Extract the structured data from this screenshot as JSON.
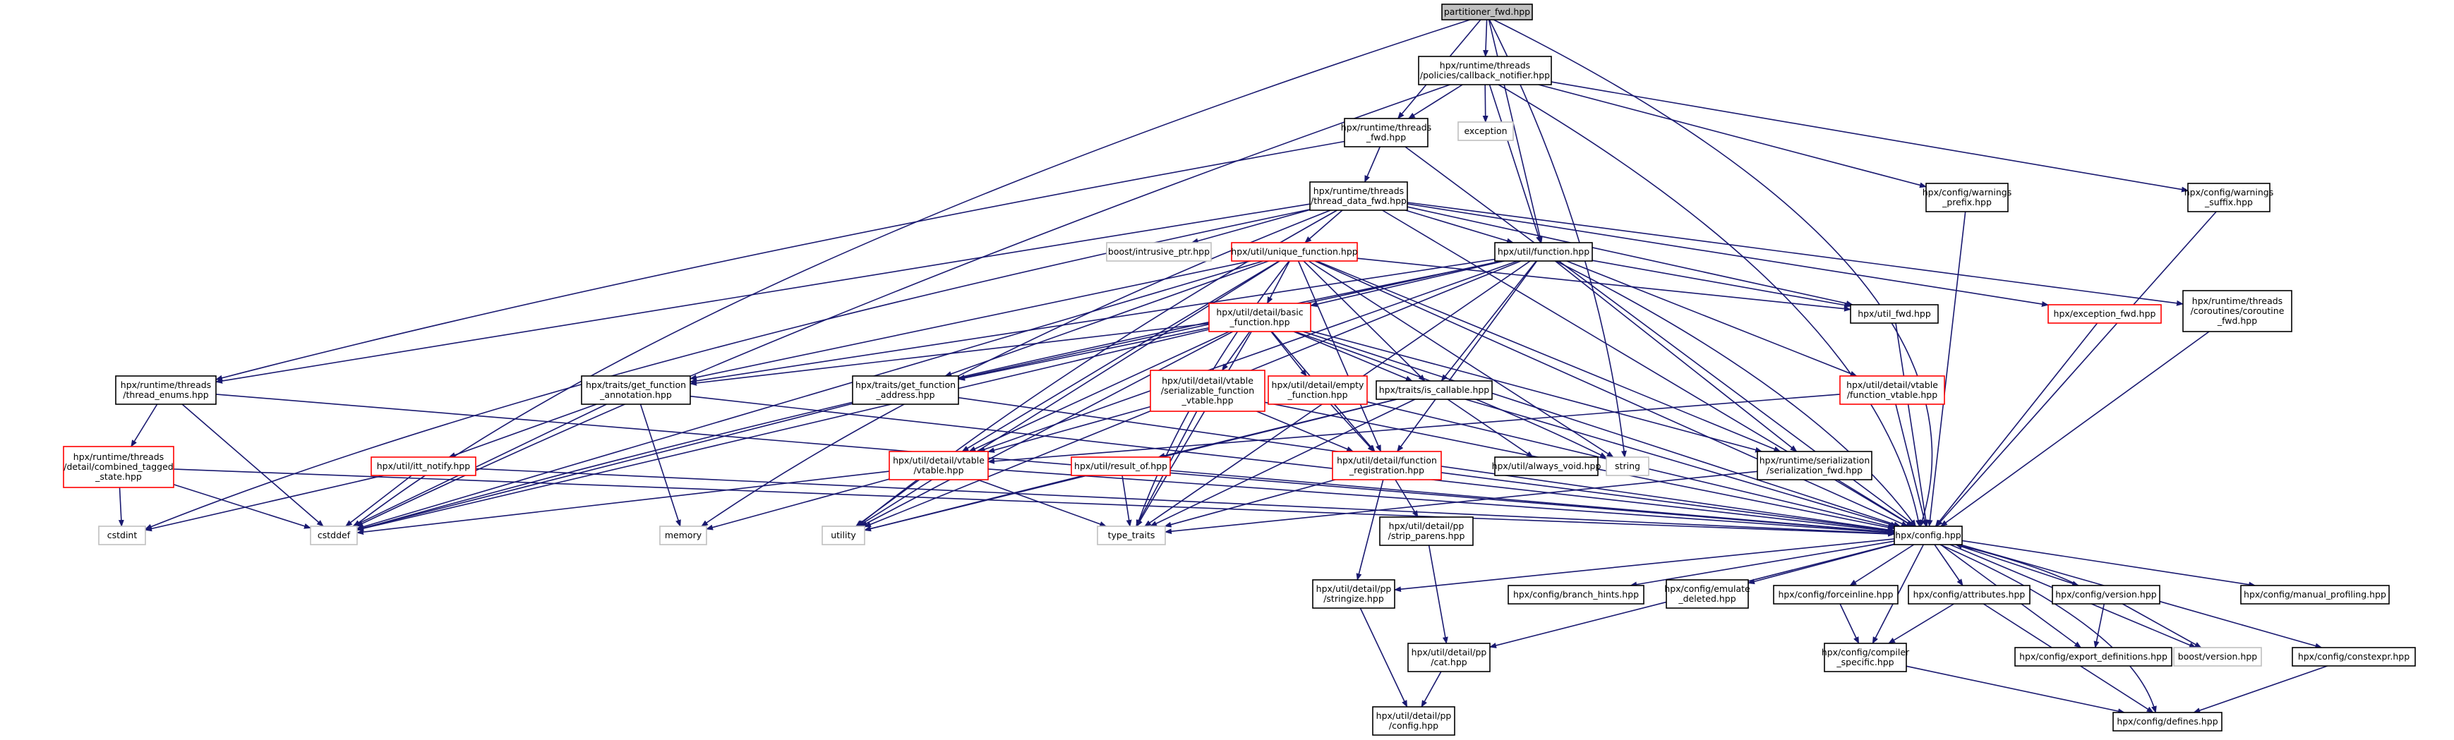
{
  "graph": {
    "title": "partitioner_fwd.hpp",
    "colors": {
      "edge": "#191970",
      "border_normal": "#000000",
      "border_incomplete": "#ff0000",
      "border_external": "#bfbfbf",
      "root_fill": "#bfbfbf",
      "node_fill": "#ffffff",
      "text": "#000000"
    },
    "nodes": [
      {
        "id": "root",
        "lines": [
          "partitioner_fwd.hpp"
        ],
        "kind": "root"
      },
      {
        "id": "callback_notifier",
        "lines": [
          "hpx/runtime/threads",
          "/policies/callback_notifier.hpp"
        ],
        "kind": "normal"
      },
      {
        "id": "threads_fwd",
        "lines": [
          "hpx/runtime/threads",
          "_fwd.hpp"
        ],
        "kind": "normal"
      },
      {
        "id": "exception",
        "lines": [
          "exception"
        ],
        "kind": "external"
      },
      {
        "id": "warnings_prefix",
        "lines": [
          "hpx/config/warnings",
          "_prefix.hpp"
        ],
        "kind": "normal"
      },
      {
        "id": "warnings_suffix",
        "lines": [
          "hpx/config/warnings",
          "_suffix.hpp"
        ],
        "kind": "normal"
      },
      {
        "id": "thread_data_fwd",
        "lines": [
          "hpx/runtime/threads",
          "/thread_data_fwd.hpp"
        ],
        "kind": "normal"
      },
      {
        "id": "intrusive_ptr",
        "lines": [
          "boost/intrusive_ptr.hpp"
        ],
        "kind": "external"
      },
      {
        "id": "unique_function",
        "lines": [
          "hpx/util/unique_function.hpp"
        ],
        "kind": "incomplete"
      },
      {
        "id": "util_function",
        "lines": [
          "hpx/util/function.hpp"
        ],
        "kind": "normal"
      },
      {
        "id": "exception_fwd",
        "lines": [
          "hpx/exception_fwd.hpp"
        ],
        "kind": "incomplete"
      },
      {
        "id": "coroutine_fwd",
        "lines": [
          "hpx/runtime/threads",
          "/coroutines/coroutine",
          "_fwd.hpp"
        ],
        "kind": "normal"
      },
      {
        "id": "basic_function",
        "lines": [
          "hpx/util/detail/basic",
          "_function.hpp"
        ],
        "kind": "incomplete"
      },
      {
        "id": "util_fwd",
        "lines": [
          "hpx/util_fwd.hpp"
        ],
        "kind": "normal"
      },
      {
        "id": "thread_enums",
        "lines": [
          "hpx/runtime/threads",
          "/thread_enums.hpp"
        ],
        "kind": "normal"
      },
      {
        "id": "get_function_annotation",
        "lines": [
          "hpx/traits/get_function",
          "_annotation.hpp"
        ],
        "kind": "normal"
      },
      {
        "id": "get_function_address",
        "lines": [
          "hpx/traits/get_function",
          "_address.hpp"
        ],
        "kind": "normal"
      },
      {
        "id": "serializable_function_vtable",
        "lines": [
          "hpx/util/detail/vtable",
          "/serializable_function",
          "_vtable.hpp"
        ],
        "kind": "incomplete"
      },
      {
        "id": "empty_function",
        "lines": [
          "hpx/util/detail/empty",
          "_function.hpp"
        ],
        "kind": "incomplete"
      },
      {
        "id": "is_callable",
        "lines": [
          "hpx/traits/is_callable.hpp"
        ],
        "kind": "normal"
      },
      {
        "id": "function_vtable",
        "lines": [
          "hpx/util/detail/vtable",
          "/function_vtable.hpp"
        ],
        "kind": "incomplete"
      },
      {
        "id": "combined_tagged_state",
        "lines": [
          "hpx/runtime/threads",
          "/detail/combined_tagged",
          "_state.hpp"
        ],
        "kind": "incomplete"
      },
      {
        "id": "itt_notify",
        "lines": [
          "hpx/util/itt_notify.hpp"
        ],
        "kind": "incomplete"
      },
      {
        "id": "vtable_hpp",
        "lines": [
          "hpx/util/detail/vtable",
          "/vtable.hpp"
        ],
        "kind": "incomplete"
      },
      {
        "id": "result_of",
        "lines": [
          "hpx/util/result_of.hpp"
        ],
        "kind": "incomplete"
      },
      {
        "id": "function_registration",
        "lines": [
          "hpx/util/detail/function",
          "_registration.hpp"
        ],
        "kind": "incomplete"
      },
      {
        "id": "always_void",
        "lines": [
          "hpx/util/always_void.hpp"
        ],
        "kind": "normal"
      },
      {
        "id": "string",
        "lines": [
          "string"
        ],
        "kind": "external"
      },
      {
        "id": "serialization_fwd",
        "lines": [
          "hpx/runtime/serialization",
          "/serialization_fwd.hpp"
        ],
        "kind": "normal"
      },
      {
        "id": "cstdint",
        "lines": [
          "cstdint"
        ],
        "kind": "external"
      },
      {
        "id": "cstddef",
        "lines": [
          "cstddef"
        ],
        "kind": "external"
      },
      {
        "id": "memory",
        "lines": [
          "memory"
        ],
        "kind": "external"
      },
      {
        "id": "utility",
        "lines": [
          "utility"
        ],
        "kind": "external"
      },
      {
        "id": "type_traits",
        "lines": [
          "type_traits"
        ],
        "kind": "external"
      },
      {
        "id": "strip_parens",
        "lines": [
          "hpx/util/detail/pp",
          "/strip_parens.hpp"
        ],
        "kind": "normal"
      },
      {
        "id": "config",
        "lines": [
          "hpx/config.hpp"
        ],
        "kind": "normal"
      },
      {
        "id": "stringize",
        "lines": [
          "hpx/util/detail/pp",
          "/stringize.hpp"
        ],
        "kind": "normal"
      },
      {
        "id": "branch_hints",
        "lines": [
          "hpx/config/branch_hints.hpp"
        ],
        "kind": "normal"
      },
      {
        "id": "emulate_deleted",
        "lines": [
          "hpx/config/emulate",
          "_deleted.hpp"
        ],
        "kind": "normal"
      },
      {
        "id": "forceinline",
        "lines": [
          "hpx/config/forceinline.hpp"
        ],
        "kind": "normal"
      },
      {
        "id": "attributes",
        "lines": [
          "hpx/config/attributes.hpp"
        ],
        "kind": "normal"
      },
      {
        "id": "config_version",
        "lines": [
          "hpx/config/version.hpp"
        ],
        "kind": "normal"
      },
      {
        "id": "manual_profiling",
        "lines": [
          "hpx/config/manual_profiling.hpp"
        ],
        "kind": "normal"
      },
      {
        "id": "pp_cat",
        "lines": [
          "hpx/util/detail/pp",
          "/cat.hpp"
        ],
        "kind": "normal"
      },
      {
        "id": "compiler_specific",
        "lines": [
          "hpx/config/compiler",
          "_specific.hpp"
        ],
        "kind": "normal"
      },
      {
        "id": "export_definitions",
        "lines": [
          "hpx/config/export_definitions.hpp"
        ],
        "kind": "normal"
      },
      {
        "id": "boost_version",
        "lines": [
          "boost/version.hpp"
        ],
        "kind": "external"
      },
      {
        "id": "constexpr",
        "lines": [
          "hpx/config/constexpr.hpp"
        ],
        "kind": "normal"
      },
      {
        "id": "pp_config",
        "lines": [
          "hpx/util/detail/pp",
          "/config.hpp"
        ],
        "kind": "normal"
      },
      {
        "id": "defines",
        "lines": [
          "hpx/config/defines.hpp"
        ],
        "kind": "normal"
      }
    ],
    "edges": [
      [
        "root",
        "callback_notifier"
      ],
      [
        "root",
        "threads_fwd"
      ],
      [
        "root",
        "util_function"
      ],
      [
        "root",
        "string"
      ],
      [
        "root",
        "cstddef"
      ],
      [
        "root",
        "config"
      ],
      [
        "callback_notifier",
        "threads_fwd"
      ],
      [
        "callback_notifier",
        "exception"
      ],
      [
        "callback_notifier",
        "util_function"
      ],
      [
        "callback_notifier",
        "warnings_prefix"
      ],
      [
        "callback_notifier",
        "warnings_suffix"
      ],
      [
        "callback_notifier",
        "cstddef"
      ],
      [
        "callback_notifier",
        "config"
      ],
      [
        "threads_fwd",
        "thread_data_fwd"
      ],
      [
        "threads_fwd",
        "thread_enums"
      ],
      [
        "threads_fwd",
        "config"
      ],
      [
        "warnings_prefix",
        "config"
      ],
      [
        "warnings_suffix",
        "config"
      ],
      [
        "thread_data_fwd",
        "intrusive_ptr"
      ],
      [
        "thread_data_fwd",
        "unique_function"
      ],
      [
        "thread_data_fwd",
        "util_function"
      ],
      [
        "thread_data_fwd",
        "exception_fwd"
      ],
      [
        "thread_data_fwd",
        "coroutine_fwd"
      ],
      [
        "thread_data_fwd",
        "util_fwd"
      ],
      [
        "thread_data_fwd",
        "thread_enums"
      ],
      [
        "thread_data_fwd",
        "cstdint"
      ],
      [
        "thread_data_fwd",
        "memory"
      ],
      [
        "thread_data_fwd",
        "utility"
      ],
      [
        "thread_data_fwd",
        "config"
      ],
      [
        "unique_function",
        "basic_function"
      ],
      [
        "unique_function",
        "get_function_annotation"
      ],
      [
        "unique_function",
        "get_function_address"
      ],
      [
        "unique_function",
        "is_callable"
      ],
      [
        "unique_function",
        "vtable_hpp"
      ],
      [
        "unique_function",
        "function_registration"
      ],
      [
        "unique_function",
        "cstddef"
      ],
      [
        "unique_function",
        "type_traits"
      ],
      [
        "unique_function",
        "utility"
      ],
      [
        "unique_function",
        "util_fwd"
      ],
      [
        "unique_function",
        "serialization_fwd"
      ],
      [
        "unique_function",
        "string"
      ],
      [
        "unique_function",
        "config"
      ],
      [
        "util_function",
        "basic_function"
      ],
      [
        "util_function",
        "function_vtable"
      ],
      [
        "util_function",
        "get_function_annotation"
      ],
      [
        "util_function",
        "get_function_address"
      ],
      [
        "util_function",
        "is_callable"
      ],
      [
        "util_function",
        "vtable_hpp"
      ],
      [
        "util_function",
        "function_registration"
      ],
      [
        "util_function",
        "cstddef"
      ],
      [
        "util_function",
        "type_traits"
      ],
      [
        "util_function",
        "utility"
      ],
      [
        "util_function",
        "util_fwd"
      ],
      [
        "util_function",
        "serialization_fwd"
      ],
      [
        "util_function",
        "config"
      ],
      [
        "exception_fwd",
        "config"
      ],
      [
        "coroutine_fwd",
        "config"
      ],
      [
        "util_fwd",
        "config"
      ],
      [
        "basic_function",
        "get_function_annotation"
      ],
      [
        "basic_function",
        "get_function_address"
      ],
      [
        "basic_function",
        "serializable_function_vtable"
      ],
      [
        "basic_function",
        "empty_function"
      ],
      [
        "basic_function",
        "is_callable"
      ],
      [
        "basic_function",
        "vtable_hpp"
      ],
      [
        "basic_function",
        "function_registration"
      ],
      [
        "basic_function",
        "serialization_fwd"
      ],
      [
        "basic_function",
        "string"
      ],
      [
        "basic_function",
        "cstddef"
      ],
      [
        "basic_function",
        "type_traits"
      ],
      [
        "basic_function",
        "utility"
      ],
      [
        "basic_function",
        "config"
      ],
      [
        "thread_enums",
        "combined_tagged_state"
      ],
      [
        "thread_enums",
        "cstddef"
      ],
      [
        "thread_enums",
        "config"
      ],
      [
        "get_function_annotation",
        "itt_notify"
      ],
      [
        "get_function_annotation",
        "cstddef"
      ],
      [
        "get_function_annotation",
        "memory"
      ],
      [
        "get_function_annotation",
        "config"
      ],
      [
        "get_function_address",
        "cstddef"
      ],
      [
        "get_function_address",
        "config"
      ],
      [
        "serializable_function_vtable",
        "vtable_hpp"
      ],
      [
        "serializable_function_vtable",
        "function_registration"
      ],
      [
        "serializable_function_vtable",
        "type_traits"
      ],
      [
        "serializable_function_vtable",
        "config"
      ],
      [
        "empty_function",
        "function_registration"
      ],
      [
        "empty_function",
        "config"
      ],
      [
        "is_callable",
        "result_of"
      ],
      [
        "is_callable",
        "always_void"
      ],
      [
        "is_callable",
        "type_traits"
      ],
      [
        "is_callable",
        "utility"
      ],
      [
        "is_callable",
        "config"
      ],
      [
        "function_vtable",
        "vtable_hpp"
      ],
      [
        "function_vtable",
        "config"
      ],
      [
        "combined_tagged_state",
        "cstdint"
      ],
      [
        "combined_tagged_state",
        "cstddef"
      ],
      [
        "combined_tagged_state",
        "config"
      ],
      [
        "itt_notify",
        "cstdint"
      ],
      [
        "itt_notify",
        "cstddef"
      ],
      [
        "itt_notify",
        "config"
      ],
      [
        "vtable_hpp",
        "cstddef"
      ],
      [
        "vtable_hpp",
        "memory"
      ],
      [
        "vtable_hpp",
        "utility"
      ],
      [
        "vtable_hpp",
        "type_traits"
      ],
      [
        "vtable_hpp",
        "config"
      ],
      [
        "result_of",
        "type_traits"
      ],
      [
        "result_of",
        "utility"
      ],
      [
        "result_of",
        "config"
      ],
      [
        "function_registration",
        "strip_parens"
      ],
      [
        "function_registration",
        "stringize"
      ],
      [
        "function_registration",
        "type_traits"
      ],
      [
        "function_registration",
        "config"
      ],
      [
        "serialization_fwd",
        "type_traits"
      ],
      [
        "serialization_fwd",
        "config"
      ],
      [
        "strip_parens",
        "pp_cat"
      ],
      [
        "stringize",
        "pp_config"
      ],
      [
        "pp_cat",
        "pp_config"
      ],
      [
        "config",
        "stringize"
      ],
      [
        "config",
        "branch_hints"
      ],
      [
        "config",
        "emulate_deleted"
      ],
      [
        "config",
        "forceinline"
      ],
      [
        "config",
        "attributes"
      ],
      [
        "config",
        "config_version"
      ],
      [
        "config",
        "manual_profiling"
      ],
      [
        "config",
        "pp_cat"
      ],
      [
        "config",
        "compiler_specific"
      ],
      [
        "config",
        "export_definitions"
      ],
      [
        "config",
        "boost_version"
      ],
      [
        "config",
        "constexpr"
      ],
      [
        "config",
        "defines"
      ],
      [
        "forceinline",
        "compiler_specific"
      ],
      [
        "attributes",
        "compiler_specific"
      ],
      [
        "attributes",
        "defines"
      ],
      [
        "compiler_specific",
        "defines"
      ],
      [
        "config_version",
        "export_definitions"
      ],
      [
        "config_version",
        "boost_version"
      ],
      [
        "config_version",
        "config"
      ],
      [
        "constexpr",
        "defines"
      ]
    ]
  }
}
